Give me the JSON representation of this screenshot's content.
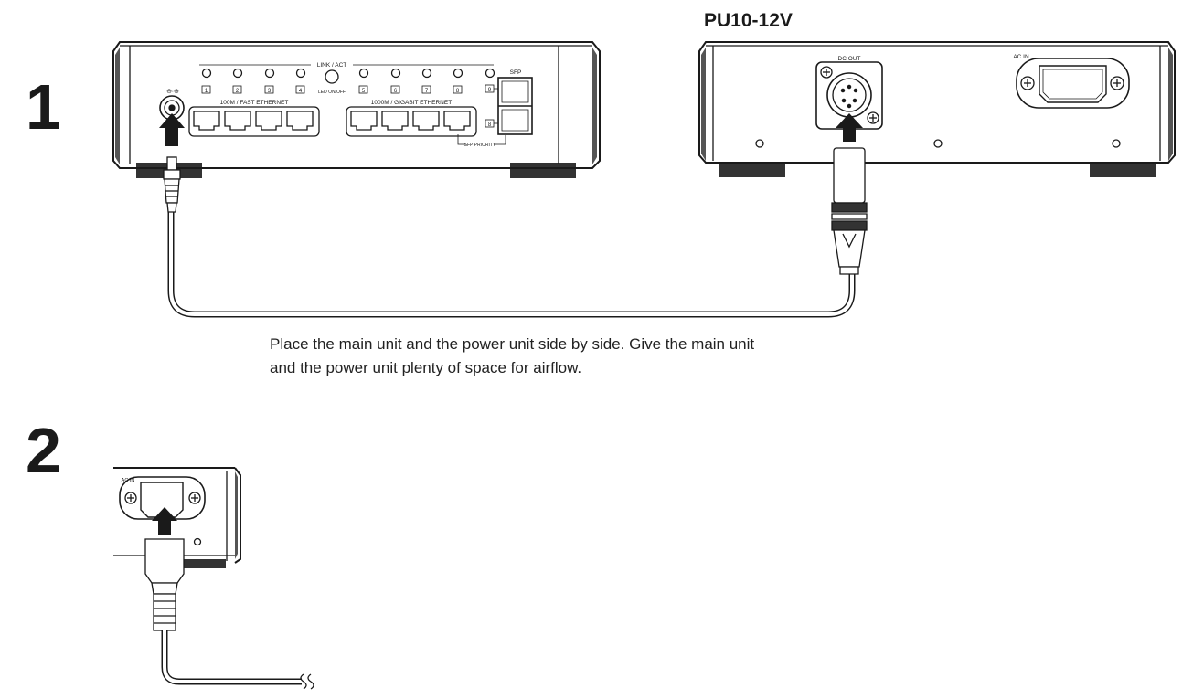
{
  "steps": [
    {
      "number": "1",
      "caption": "Place the main unit and the power unit side by side. Give the main unit and the power unit plenty of space for airflow."
    },
    {
      "number": "2"
    }
  ],
  "power_unit": {
    "model": "PU10-12V",
    "dc_out_label": "DC OUT",
    "ac_in_label": "AC IN"
  },
  "main_unit": {
    "link_act_label": "LINK / ACT",
    "led_switch_label": "LED ON/OFF",
    "fast_ethernet_label": "100M / FAST ETHERNET",
    "gigabit_ethernet_label": "1000M / GIGABIT ETHERNET",
    "sfp_label": "SFP",
    "sfp_priority_label": "SFP PRIORITY",
    "dc_polarity_symbol": "⊖∙⊕",
    "port_numbers": [
      "1",
      "2",
      "3",
      "4",
      "5",
      "6",
      "7",
      "8",
      "9"
    ],
    "sfp_port_numbers": [
      "9",
      "8"
    ]
  },
  "icons": [
    "up-arrow-icon",
    "dc-barrel-plug-icon",
    "xlr-plug-icon",
    "iec-power-plug-icon",
    "cable-break-icon"
  ],
  "colors": {
    "line": "#1a1a1a",
    "background": "#ffffff",
    "shade": "#555555"
  }
}
